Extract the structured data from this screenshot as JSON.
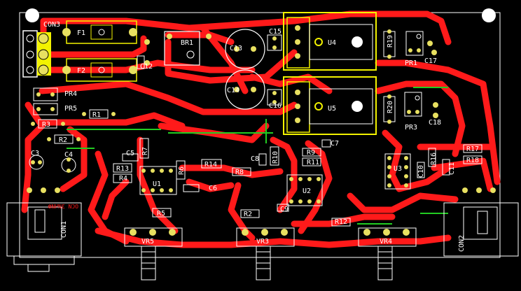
{
  "colors": {
    "background": "#000000",
    "trace": "#ff1a1a",
    "silk": "#f2f200",
    "pad": "#e8e060",
    "outline": "#ffffff",
    "jumper": "#22cc22",
    "text": "#ffffff"
  },
  "labels": {
    "con3": "CON3",
    "f1": "F1",
    "f2": "F2",
    "br1": "BR1",
    "c12": "C12",
    "c13": "C13",
    "c14": "C14",
    "c15": "C15",
    "c16": "C16",
    "u4": "U4",
    "u5": "U5",
    "r19": "R19",
    "r20": "R20",
    "pr1": "PR1",
    "pr3": "PR3",
    "c17": "C17",
    "c18": "C18",
    "pr4": "PR4",
    "pr5": "PR5",
    "r1": "R1",
    "r2": "R2",
    "r3": "R3",
    "c3": "C3",
    "c4": "C4",
    "c5": "C5",
    "r4": "R4",
    "r5": "R5",
    "r6": "R6",
    "r7": "R7",
    "r8": "R8",
    "r9": "R9",
    "r10": "R10",
    "r11": "R11",
    "r12": "R12",
    "r13": "R13",
    "r14": "R14",
    "r16": "R16",
    "r17": "R17",
    "r18": "R18",
    "c6": "C6",
    "c7": "C7",
    "c9": "C9",
    "c10": "C10",
    "c11": "C11",
    "u1": "U1",
    "u2": "U2",
    "u3": "U3",
    "vr3": "VR3",
    "vr4": "VR4",
    "vr5": "VR5",
    "con1": "CON1",
    "con2": "CON2",
    "c8": "C8",
    "mirror_text": "ОСИ ЗИЧИФ",
    "plus": "+"
  }
}
